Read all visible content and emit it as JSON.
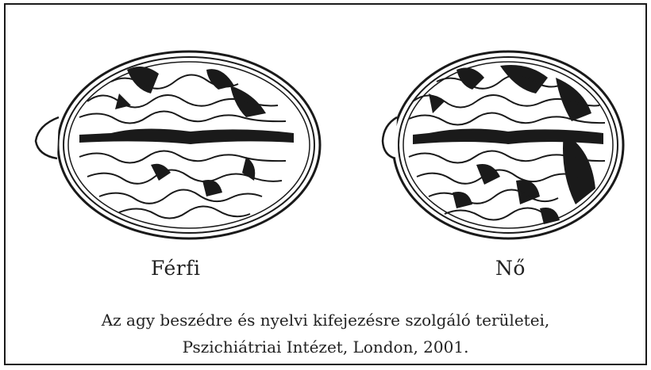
{
  "figure": {
    "labels": {
      "male": "Férfi",
      "female": "Nő"
    },
    "caption": {
      "line1": "Az agy beszédre és nyelvi kifejezésre szolgáló területei,",
      "line2": "Pszichiátriai Intézet, London, 2001."
    },
    "colors": {
      "ink": "#1a1a1a",
      "paper": "#ffffff"
    }
  }
}
